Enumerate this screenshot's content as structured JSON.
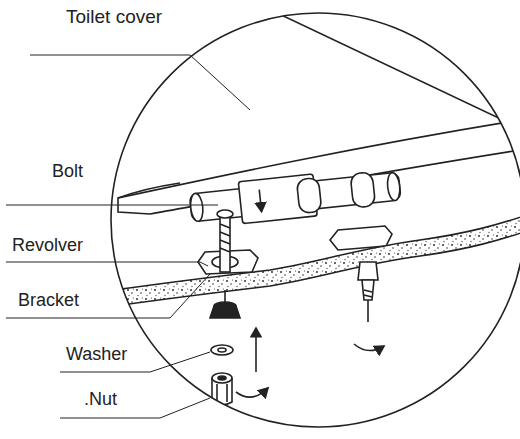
{
  "diagram": {
    "labels": [
      "Toilet cover",
      "Bolt",
      "Revolver",
      "Bracket",
      "Washer",
      ".Nut"
    ]
  }
}
